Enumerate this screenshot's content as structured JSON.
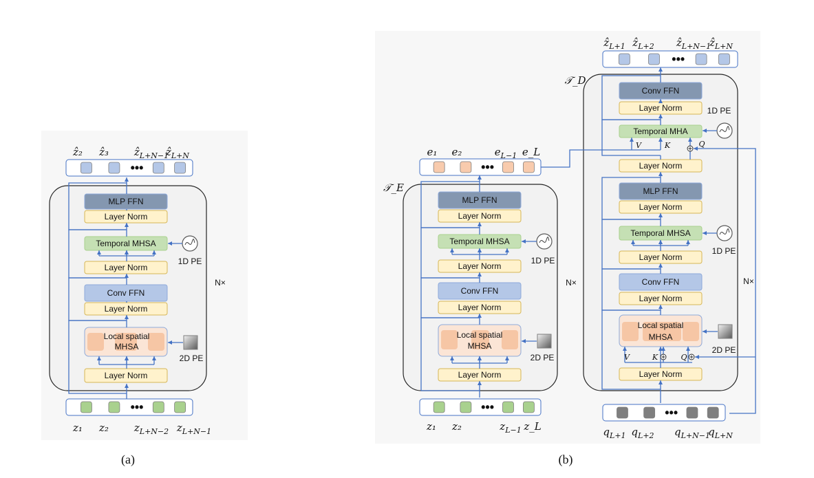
{
  "colors": {
    "line": "#4472c4",
    "block_bg": "#f2f2f2",
    "mlp_ffn": "#8497b0",
    "layer_norm": "#fff2cc",
    "temporal": "#c5e0b4",
    "conv_ffn": "#b4c7e7",
    "local_spatial": "#fbe5d6",
    "local_spatial_inner": "#f4b183",
    "token_out": "#b4c7e7",
    "token_in": "#a9d18e",
    "token_enc_out": "#f8cbad",
    "token_query": "#7f7f7f"
  },
  "modules": {
    "mlp_ffn": "MLP FFN",
    "layer_norm": "Layer Norm",
    "temporal_mhsa": "Temporal MHSA",
    "temporal_mha": "Temporal MHA",
    "conv_ffn": "Conv FFN",
    "local_spatial_mhsa_line1": "Local spatial",
    "local_spatial_mhsa_line2": "MHSA",
    "pe_1d": "1D PE",
    "pe_2d": "2D PE",
    "repeat": "N×",
    "dots": "•••"
  },
  "panel_a": {
    "caption": "(a)",
    "outputs": [
      "ẑ₂",
      "ẑ₃",
      "ẑ_{L+N−1}",
      "ẑ_{L+N}"
    ],
    "inputs": [
      "z₁",
      "z₂",
      "z_{L+N−2}",
      "z_{L+N−1}"
    ]
  },
  "panel_b": {
    "caption": "(b)",
    "encoder_label": "𝒯_E",
    "decoder_label": "𝒯_D",
    "encoder_outputs": [
      "e₁",
      "e₂",
      "e_{L−1}",
      "e_L"
    ],
    "encoder_inputs": [
      "z₁",
      "z₂",
      "z_{L−1}",
      "z_L"
    ],
    "decoder_outputs": [
      "ẑ_{L+1}",
      "ẑ_{L+2}",
      "ẑ_{L+N−1}",
      "ẑ_{L+N}"
    ],
    "decoder_inputs": [
      "q_{L+1}",
      "q_{L+2}",
      "q_{L+N−1}",
      "q_{L+N}"
    ],
    "attn_v": "V",
    "attn_k": "K",
    "attn_q": "Q"
  }
}
